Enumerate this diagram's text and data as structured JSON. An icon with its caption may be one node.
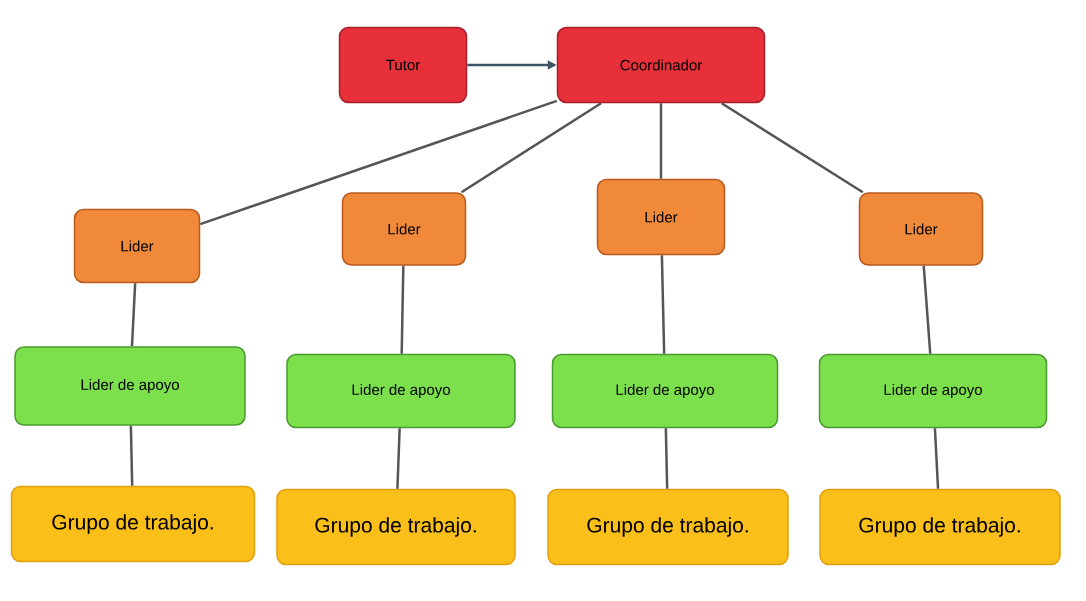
{
  "diagram": {
    "nodes": [
      {
        "text": [
          "Tutor"
        ]
      },
      {
        "text": [
          "Coordinador"
        ]
      },
      {
        "text": [
          "Lider"
        ]
      },
      {
        "text": [
          "Lider"
        ]
      },
      {
        "text": [
          "Lider"
        ]
      },
      {
        "text": [
          "Lider"
        ]
      },
      {
        "text": [
          "Lider de apoyo"
        ]
      },
      {
        "text": [
          "Lider de apoyo"
        ]
      },
      {
        "text": [
          "Lider de apoyo"
        ]
      },
      {
        "text": [
          "Lider de apoyo"
        ]
      },
      {
        "text": [
          "Grupo de trabajo."
        ]
      },
      {
        "text": [
          "Grupo de trabajo."
        ]
      },
      {
        "text": [
          "Grupo de trabajo."
        ]
      },
      {
        "text": [
          "Grupo de trabajo."
        ]
      }
    ],
    "edges": [
      {
        "from": 0,
        "to": 1,
        "arrow": "to",
        "color": "#3d5566"
      },
      {
        "from": 1,
        "to": 2,
        "arrow": "none"
      },
      {
        "from": 1,
        "to": 3,
        "arrow": "none"
      },
      {
        "from": 1,
        "to": 4,
        "arrow": "none"
      },
      {
        "from": 1,
        "to": 5,
        "arrow": "none"
      },
      {
        "from": 2,
        "to": 6,
        "arrow": "none"
      },
      {
        "from": 3,
        "to": 7,
        "arrow": "none"
      },
      {
        "from": 4,
        "to": 8,
        "arrow": "none"
      },
      {
        "from": 5,
        "to": 9,
        "arrow": "none"
      },
      {
        "from": 6,
        "to": 10,
        "arrow": "none"
      },
      {
        "from": 7,
        "to": 11,
        "arrow": "none"
      },
      {
        "from": 8,
        "to": 12,
        "arrow": "none"
      },
      {
        "from": 9,
        "to": 13,
        "arrow": "none"
      }
    ]
  }
}
